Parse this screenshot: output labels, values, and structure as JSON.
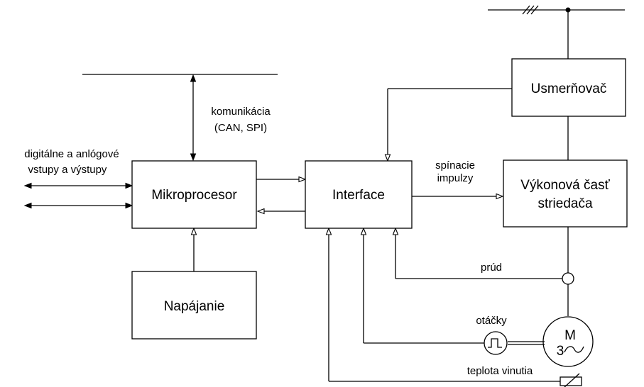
{
  "blocks": {
    "mikroprocesor": "Mikroprocesor",
    "interface": "Interface",
    "napajanie": "Napájanie",
    "usmernovac": "Usmerňovač",
    "vykonova_line1": "Výkonová časť",
    "vykonova_line2": "striedača"
  },
  "labels": {
    "komunikacia_line1": "komunikácia",
    "komunikacia_line2": "(CAN, SPI)",
    "io_line1": "digitálne a anlógové",
    "io_line2": "vstupy a výstupy",
    "spinacie_line1": "spínacie",
    "spinacie_line2": "impulzy",
    "prud": "prúd",
    "otacky": "otáčky",
    "teplota": "teplota vinutia"
  },
  "motor": {
    "letter": "M",
    "phases": "3"
  }
}
